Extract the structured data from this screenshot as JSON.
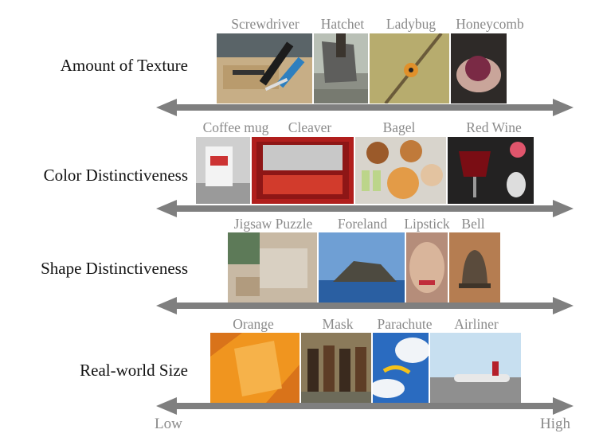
{
  "rows": [
    {
      "label": "Amount of Texture",
      "items": [
        {
          "name": "Screwdriver"
        },
        {
          "name": "Hatchet"
        },
        {
          "name": "Ladybug"
        },
        {
          "name": "Honeycomb"
        }
      ]
    },
    {
      "label": "Color Distinctiveness",
      "items": [
        {
          "name": "Coffee mug"
        },
        {
          "name": "Cleaver"
        },
        {
          "name": "Bagel"
        },
        {
          "name": "Red Wine"
        }
      ]
    },
    {
      "label": "Shape Distinctiveness",
      "items": [
        {
          "name": "Jigsaw Puzzle"
        },
        {
          "name": "Foreland"
        },
        {
          "name": "Lipstick"
        },
        {
          "name": "Bell"
        }
      ]
    },
    {
      "label": "Real-world Size",
      "items": [
        {
          "name": "Orange"
        },
        {
          "name": "Mask"
        },
        {
          "name": "Parachute"
        },
        {
          "name": "Airliner"
        }
      ]
    }
  ],
  "axis": {
    "low": "Low",
    "high": "High"
  },
  "colors": {
    "arrow": "#7f7f7f",
    "label": "#8a8a8a"
  }
}
